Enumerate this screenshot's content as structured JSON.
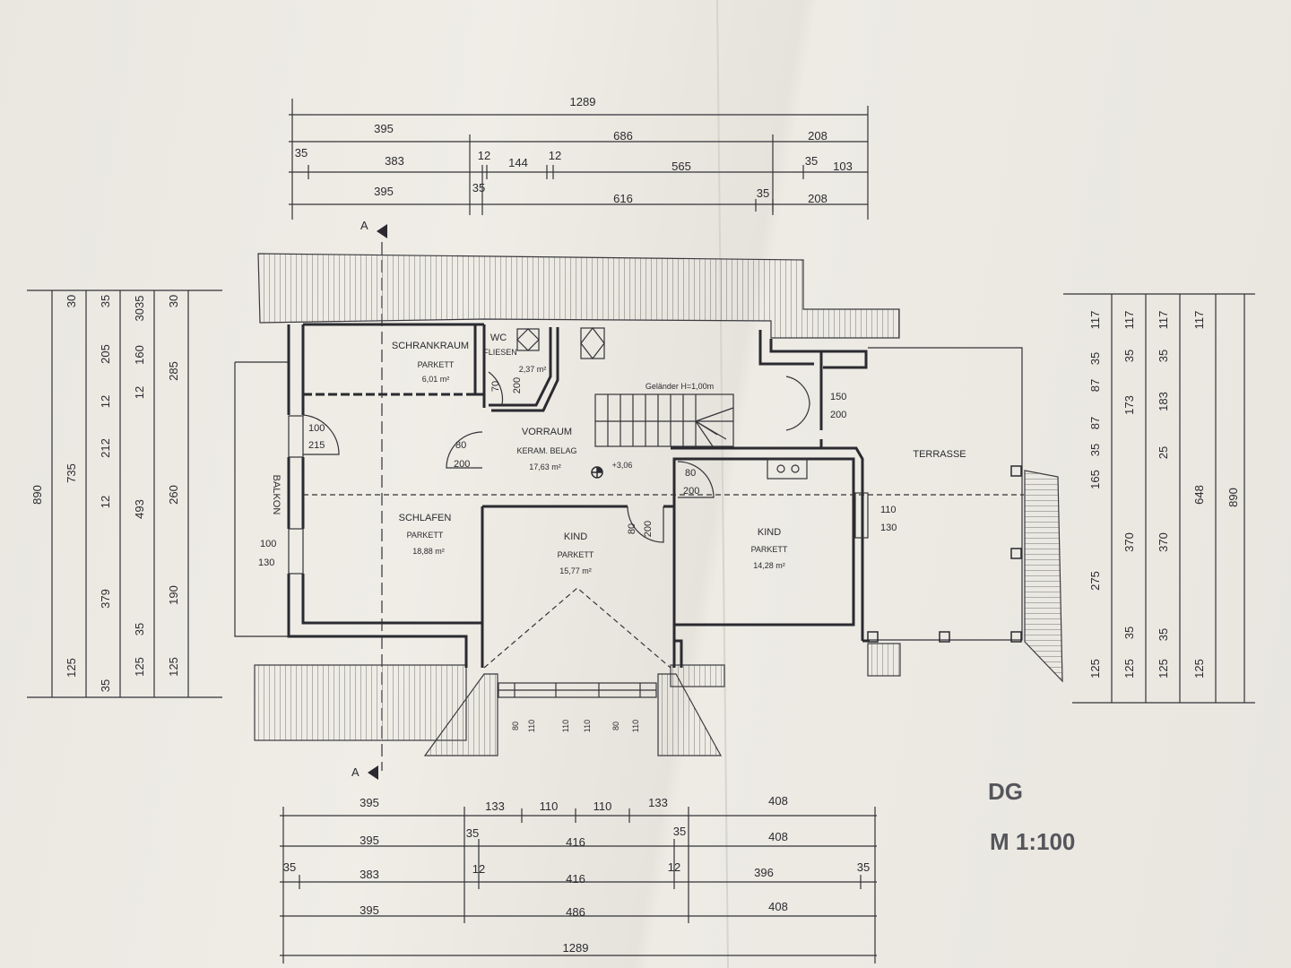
{
  "dimensions": {
    "top": [
      [
        "1289"
      ],
      [
        "395",
        "686",
        "208"
      ],
      [
        "35",
        "383",
        "12",
        "144",
        "12",
        "565",
        "35",
        "103"
      ],
      [
        "395",
        "35",
        "616",
        "35",
        "208"
      ]
    ],
    "bottom": [
      [
        "395",
        "133",
        "110",
        "110",
        "133",
        "408"
      ],
      [
        "395",
        "35",
        "416",
        "35",
        "408"
      ],
      [
        "35",
        "383",
        "12",
        "416",
        "12",
        "396",
        "35"
      ],
      [
        "395",
        "486",
        "408"
      ],
      [
        "1289"
      ]
    ],
    "left_outer": [
      "890"
    ],
    "left_col2": [
      "30",
      "735",
      "125"
    ],
    "left_col3": [
      "35",
      "205",
      "12",
      "212",
      "12",
      "379",
      "35"
    ],
    "left_col4": [
      "3035",
      "160",
      "12",
      "493",
      "35",
      "125"
    ],
    "left_col5": [
      "30",
      "285",
      "260",
      "190",
      "125"
    ],
    "right_col1": [
      "117",
      "35",
      "87",
      "87",
      "35",
      "165",
      "275",
      "125"
    ],
    "right_col2": [
      "117",
      "35",
      "173",
      "370",
      "35",
      "125"
    ],
    "right_col3": [
      "117",
      "35",
      "183",
      "25",
      "370",
      "35",
      "125"
    ],
    "right_col4": [
      "117",
      "648",
      "125"
    ],
    "right_outer": [
      "890"
    ],
    "window_widths": [
      "80",
      "110",
      "110",
      "110",
      "80",
      "110"
    ]
  },
  "section_marks": {
    "top": "A",
    "bottom": "A"
  },
  "rooms": {
    "schrankraum": {
      "name": "SCHRANKRAUM",
      "floor": "PARKETT",
      "area": "6,01 m²"
    },
    "wc": {
      "name": "WC",
      "floor": "FLIESEN",
      "area": "2,37 m²"
    },
    "vorraum": {
      "name": "VORRAUM",
      "floor": "KERAM. BELAG",
      "area": "17,63 m²"
    },
    "schlafen": {
      "name": "SCHLAFEN",
      "floor": "PARKETT",
      "area": "18,88 m²"
    },
    "kind1": {
      "name": "KIND",
      "floor": "PARKETT",
      "area": "15,77 m²"
    },
    "kind2": {
      "name": "KIND",
      "floor": "PARKETT",
      "area": "14,28 m²"
    },
    "terrasse": {
      "name": "TERRASSE"
    },
    "balkon": {
      "name": "BALKON"
    }
  },
  "annotations": {
    "railing": "Geländer H=1,00m",
    "level": "+3,06",
    "door_schrank": [
      "100",
      "215"
    ],
    "door_schlafen": [
      "80",
      "200"
    ],
    "door_wc": [
      "70",
      "200"
    ],
    "door_kind1": [
      "80",
      "200"
    ],
    "door_kind2": [
      "80",
      "200"
    ],
    "door_terrasse": [
      "150",
      "200"
    ],
    "window_balkon": [
      "100",
      "130"
    ],
    "window_kind2": [
      "110",
      "130"
    ]
  },
  "title_block": {
    "floor": "DG",
    "scale": "M 1:100"
  }
}
